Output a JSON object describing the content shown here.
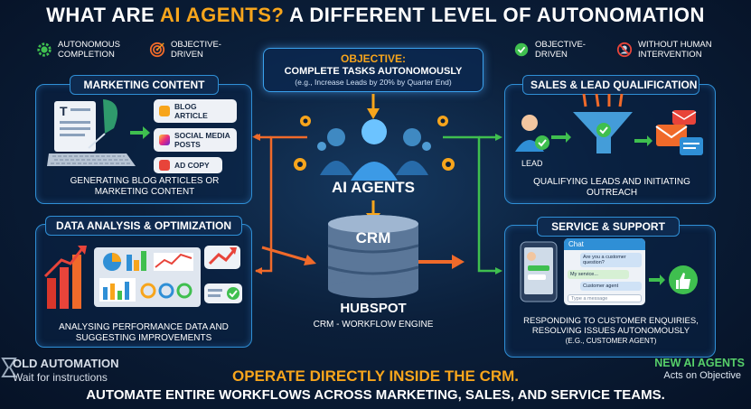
{
  "title": {
    "part1": "WHAT ARE ",
    "part2": "AI AGENTS?",
    "part3": " A DIFFERENT LEVEL OF AUTONOMATION"
  },
  "badges": {
    "autonomous": "AUTONOMOUS\nCOMPLETION",
    "objective_left": "OBJECTIVE-\nDRIVEN",
    "objective_right": "OBJECTIVE-\nDRIVEN",
    "without_human": "WITHOUT HUMAN\nINTERVENTION"
  },
  "objective": {
    "label": "OBJECTIVE:",
    "text": "COMPLETE TASKS AUTONOMOUSLY",
    "example": "(e.g., Increase Leads by 20% by Quarter End)"
  },
  "marketing": {
    "title": "MARKETING CONTENT",
    "items": [
      "BLOG ARTICLE",
      "SOCIAL MEDIA POSTS",
      "AD COPY"
    ],
    "caption": "GENERATING BLOG ARTICLES OR MARKETING CONTENT"
  },
  "data_analysis": {
    "title": "DATA ANALYSIS & OPTIMIZATION",
    "caption": "ANALYSING PERFORMANCE DATA AND SUGGESTING IMPROVEMENTS"
  },
  "sales": {
    "title": "SALES & LEAD QUALIFICATION",
    "lead_label": "LEAD",
    "caption": "QUALIFYING LEADS AND INITIATING OUTREACH"
  },
  "service": {
    "title": "SERVICE & SUPPORT",
    "chat_header": "Chat",
    "chat_msgs": [
      "Are you a customer question?",
      "My service...",
      "Customer agent"
    ],
    "chat_input": "Type a message",
    "caption_line1": "RESPONDING TO CUSTOMER ENQUIRIES,",
    "caption_line2": "RESOLVING ISSUES AUTONOMOUSLY",
    "caption_example": "(e.g., CUSTOMER AGENT)"
  },
  "center": {
    "ai_agents": "AI AGENTS",
    "crm": "CRM",
    "hubspot": "HUBSPOT",
    "engine": "CRM - WORKFLOW ENGINE"
  },
  "old_automation": {
    "title": "OLD AUTOMATION",
    "subtitle": "Wait for instructions"
  },
  "new_agents": {
    "title": "NEW AI AGENTS",
    "subtitle": "Acts on Objective"
  },
  "bottom": {
    "line1": "OPERATE DIRECTLY INSIDE THE CRM.",
    "line2": "AUTOMATE ENTIRE WORKFLOWS ACROSS MARKETING, SALES, AND SERVICE TEAMS."
  },
  "colors": {
    "accent": "#f7a51c",
    "panel_border": "#2f8fd6",
    "green": "#3fbf4f",
    "background": "#0b1f3a"
  }
}
